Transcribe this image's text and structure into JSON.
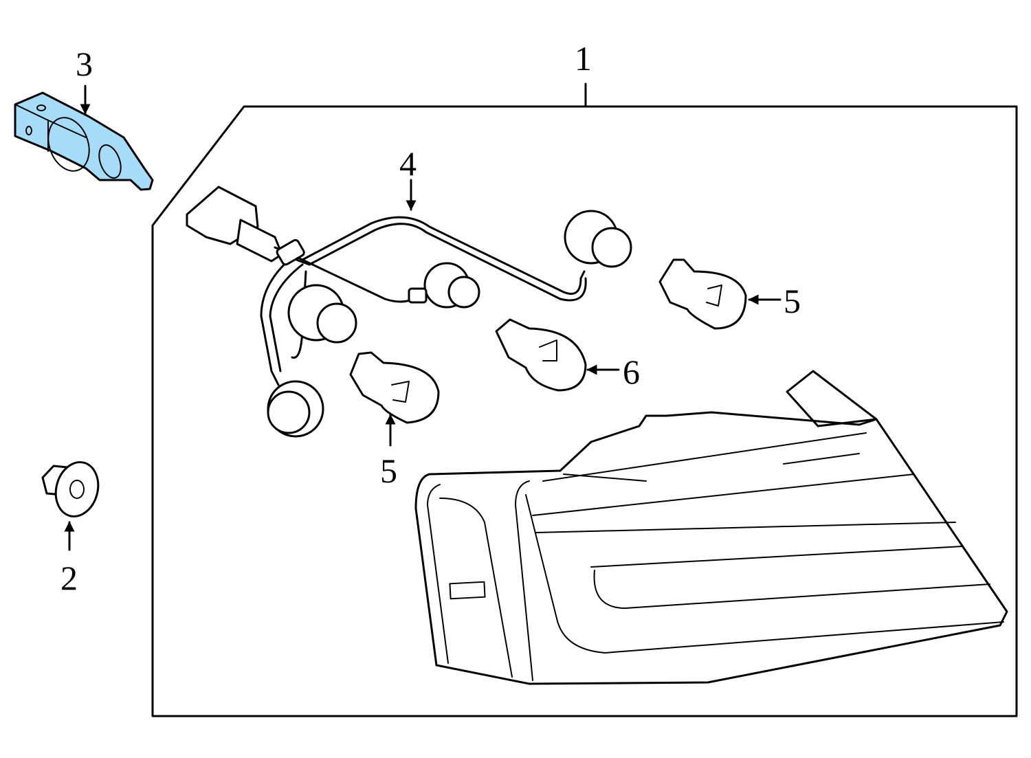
{
  "diagram": {
    "highlight_color": "#a6dcf7",
    "callouts": {
      "part1": "1",
      "part2": "2",
      "part3": "3",
      "part4": "4",
      "part5a": "5",
      "part5b": "5",
      "part6": "6"
    }
  }
}
